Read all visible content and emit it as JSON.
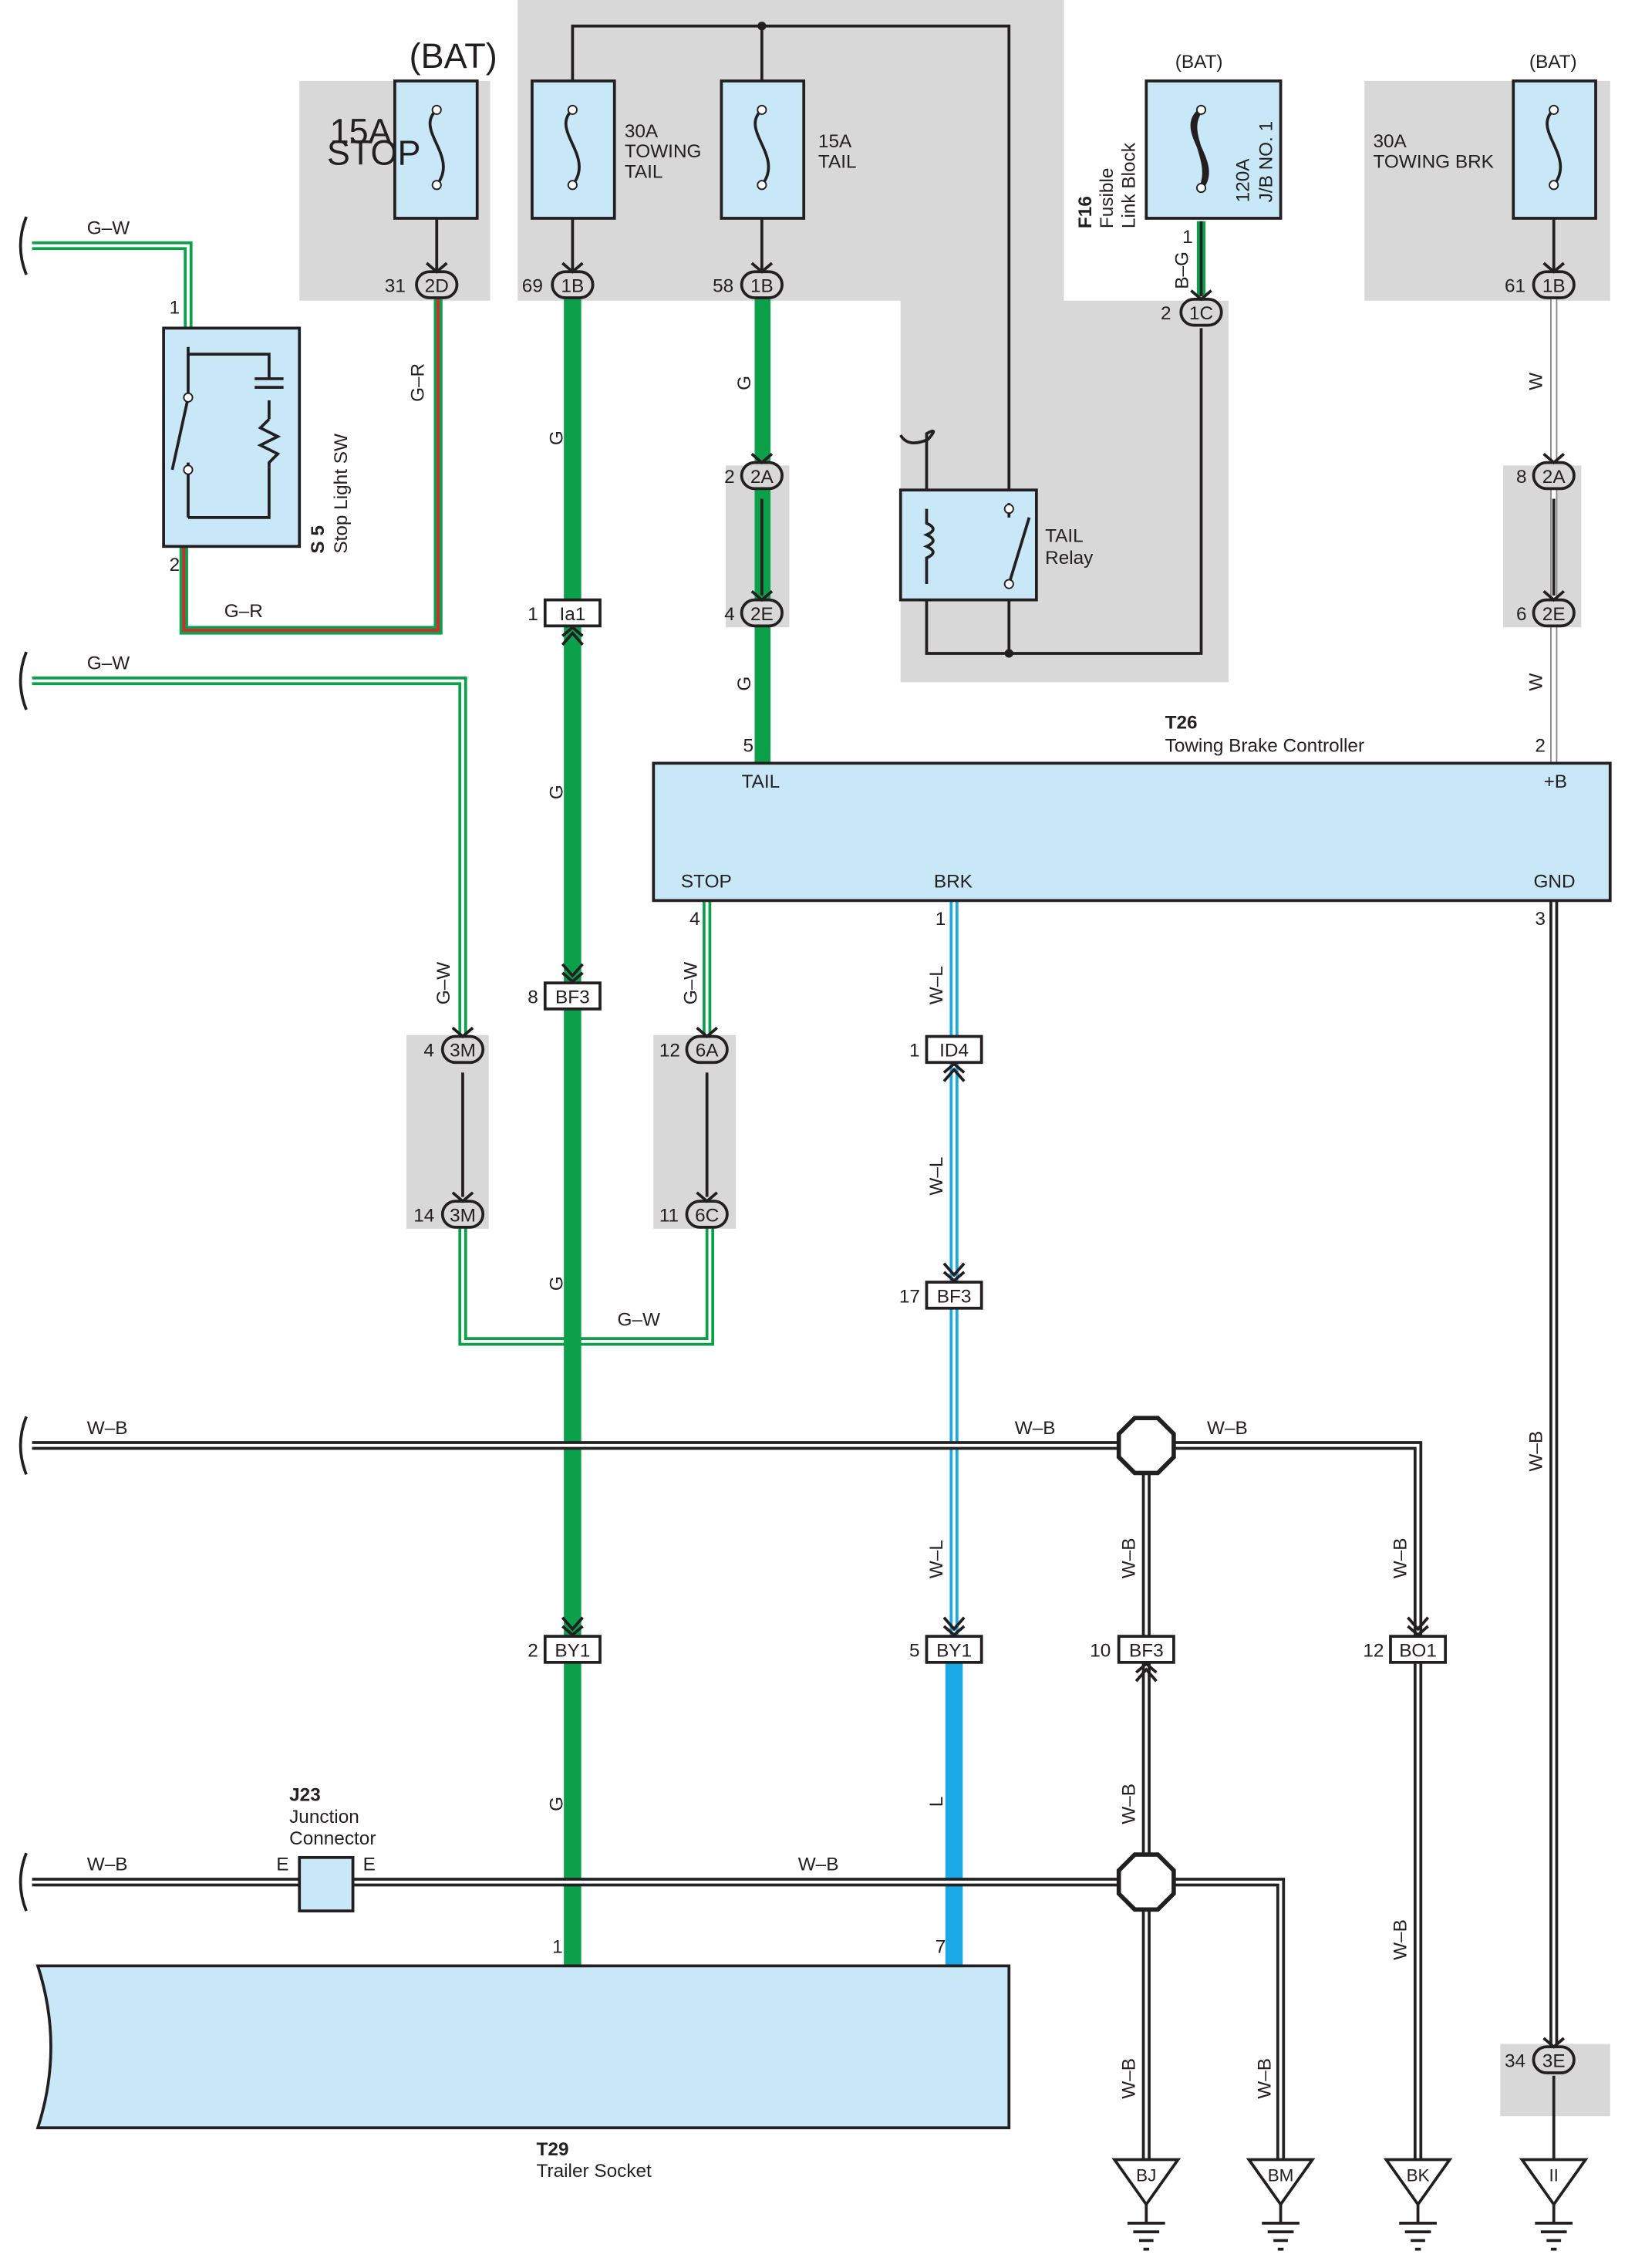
{
  "fuses": {
    "stop": {
      "bat": "(BAT)",
      "line1": "15A",
      "line2": "STOP",
      "line3": ""
    },
    "tow_tail": {
      "line1": "30A",
      "line2": "TOWING",
      "line3": "TAIL"
    },
    "tail": {
      "line1": "15A",
      "line2": "TAIL"
    },
    "fusible": {
      "bat": "(BAT)",
      "rating": "120A",
      "jb": "J/B NO. 1"
    },
    "tow_brk": {
      "bat": "(BAT)",
      "line1": "30A",
      "line2": "TOWING BRK"
    }
  },
  "fusible_block": {
    "code": "F16",
    "line1": "Fusible",
    "line2": "Link Block"
  },
  "stop_sw": {
    "code": "S 5",
    "name": "Stop Light SW"
  },
  "relay": {
    "line1": "TAIL",
    "line2": "Relay"
  },
  "controller": {
    "code": "T26",
    "name": "Towing Brake Controller",
    "pin_tail": "TAIL",
    "pin_b": "+B",
    "pin_stop": "STOP",
    "pin_brk": "BRK",
    "pin_gnd": "GND"
  },
  "junction": {
    "code": "J23",
    "line1": "Junction",
    "line2": "Connector",
    "pin": "E"
  },
  "trailer": {
    "code": "T29",
    "name": "Trailer Socket"
  },
  "connectors": {
    "c2d": "2D",
    "c1b": "1B",
    "c1c": "1C",
    "c2a": "2A",
    "c2e": "2E",
    "c3m": "3M",
    "c6a": "6A",
    "c6c": "6C",
    "c3e": "3E",
    "ia1": "Ia1",
    "bf3": "BF3",
    "id4": "ID4",
    "by1": "BY1",
    "bo1": "BO1"
  },
  "pins": {
    "p31": "31",
    "p69": "69",
    "p58": "58",
    "p61": "61",
    "p2": "2",
    "p1": "1",
    "p4": "4",
    "p5": "5",
    "p8": "8",
    "p6": "6",
    "p3": "3",
    "p12": "12",
    "p14": "14",
    "p11": "11",
    "p17": "17",
    "p10": "10",
    "p7": "7",
    "p34": "34"
  },
  "wires": {
    "gw": "G–W",
    "gr": "G–R",
    "g": "G",
    "bg": "B–G",
    "w": "W",
    "wl": "W–L",
    "wb": "W–B",
    "l": "L"
  },
  "grounds": {
    "bj": "BJ",
    "bm": "BM",
    "bk": "BK",
    "ii": "II"
  },
  "colors": {
    "green": "#0da04b",
    "blue": "#1ba8e6",
    "red": "#d7282f",
    "box": "#c9e8f7",
    "shade": "#d8d8d8"
  }
}
